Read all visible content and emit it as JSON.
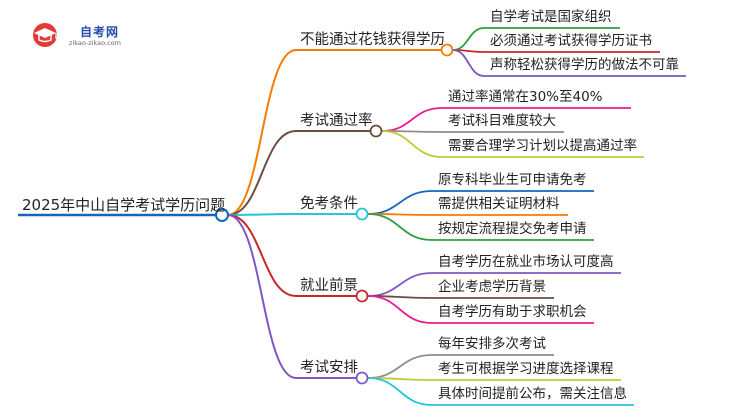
{
  "logo": {
    "title": "自考网",
    "subtitle": "zikao-zikao.com"
  },
  "root": {
    "label": "2025年中山自学考试学历问题",
    "color": "#1565c0"
  },
  "branches": [
    {
      "label": "不能通过花钱获得学历",
      "color": "#f57c00",
      "leaves": [
        {
          "label": "自学考试是国家组织",
          "color": "#2e9e3f"
        },
        {
          "label": "必须通过考试获得学历证书",
          "color": "#c62828"
        },
        {
          "label": "声称轻松获得学历的做法不可靠",
          "color": "#7e57c2"
        }
      ]
    },
    {
      "label": "考试通过率",
      "color": "#6d4c41",
      "leaves": [
        {
          "label": "通过率通常在30%至40%",
          "color": "#e91e8c"
        },
        {
          "label": "考试科目难度较大",
          "color": "#8d8d8d"
        },
        {
          "label": "需要合理学习计划以提高通过率",
          "color": "#c0ca33"
        }
      ]
    },
    {
      "label": "免考条件",
      "color": "#26c6da",
      "leaves": [
        {
          "label": "原专科毕业生可申请免考",
          "color": "#1565c0"
        },
        {
          "label": "需提供相关证明材料",
          "color": "#f57c00"
        },
        {
          "label": "按规定流程提交免考申请",
          "color": "#2e9e3f"
        }
      ]
    },
    {
      "label": "就业前景",
      "color": "#c62828",
      "leaves": [
        {
          "label": "自考学历在就业市场认可度高",
          "color": "#7e57c2"
        },
        {
          "label": "企业考虑学历背景",
          "color": "#6d4c41"
        },
        {
          "label": "自考学历有助于求职机会",
          "color": "#e91e8c"
        }
      ]
    },
    {
      "label": "考试安排",
      "color": "#7e57c2",
      "leaves": [
        {
          "label": "每年安排多次考试",
          "color": "#8d8d8d"
        },
        {
          "label": "考生可根据学习进度选择课程",
          "color": "#c0ca33"
        },
        {
          "label": "具体时间提前公布，需关注信息",
          "color": "#26c6da"
        }
      ]
    }
  ]
}
